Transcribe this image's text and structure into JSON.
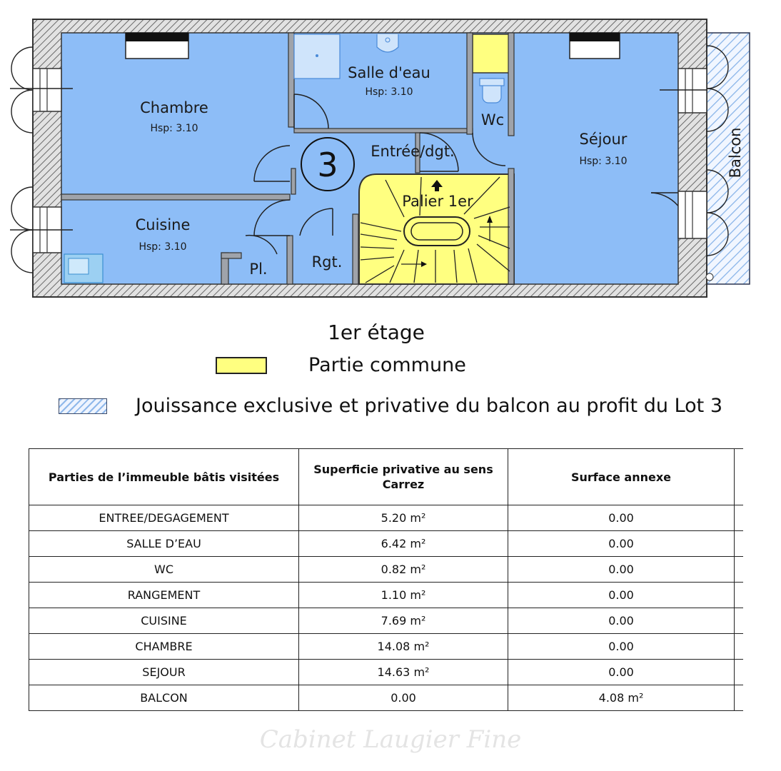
{
  "plan": {
    "lot_number": "3",
    "rooms": {
      "chambre": {
        "name": "Chambre",
        "hsp": "Hsp: 3.10"
      },
      "salle_eau": {
        "name": "Salle d'eau",
        "hsp": "Hsp: 3.10"
      },
      "wc": {
        "name": "Wc"
      },
      "sejour": {
        "name": "Séjour",
        "hsp": "Hsp: 3.10"
      },
      "entree": {
        "name": "Entrée/dgt."
      },
      "palier": {
        "name": "Palier 1er"
      },
      "cuisine": {
        "name": "Cuisine",
        "hsp": "Hsp: 3.10"
      },
      "placard": {
        "name": "Pl."
      },
      "rangement": {
        "name": "Rgt."
      },
      "balcon": {
        "name": "Balcon"
      }
    },
    "colors": {
      "private": "#8dbdf7",
      "common": "#ffff80",
      "wall": "#bdbdbd"
    }
  },
  "legend": {
    "floor_title": "1er étage",
    "common_label": "Partie commune",
    "balcony_label": "Jouissance exclusive et privative du balcon au profit du Lot 3"
  },
  "table": {
    "headers": [
      "Parties de l’immeuble bâtis visitées",
      "Superficie privative au sens Carrez",
      "Surface annexe",
      ""
    ],
    "rows": [
      [
        "ENTREE/DEGAGEMENT",
        "5.20 m²",
        "0.00",
        ""
      ],
      [
        "SALLE D’EAU",
        "6.42 m²",
        "0.00",
        ""
      ],
      [
        "WC",
        "0.82 m²",
        "0.00",
        ""
      ],
      [
        "RANGEMENT",
        "1.10 m²",
        "0.00",
        ""
      ],
      [
        "CUISINE",
        "7.69 m²",
        "0.00",
        ""
      ],
      [
        "CHAMBRE",
        "14.08 m²",
        "0.00",
        ""
      ],
      [
        "SEJOUR",
        "14.63 m²",
        "0.00",
        ""
      ],
      [
        "BALCON",
        "0.00",
        "4.08 m²",
        ""
      ]
    ]
  },
  "watermark": "Cabinet Laugier Fine"
}
